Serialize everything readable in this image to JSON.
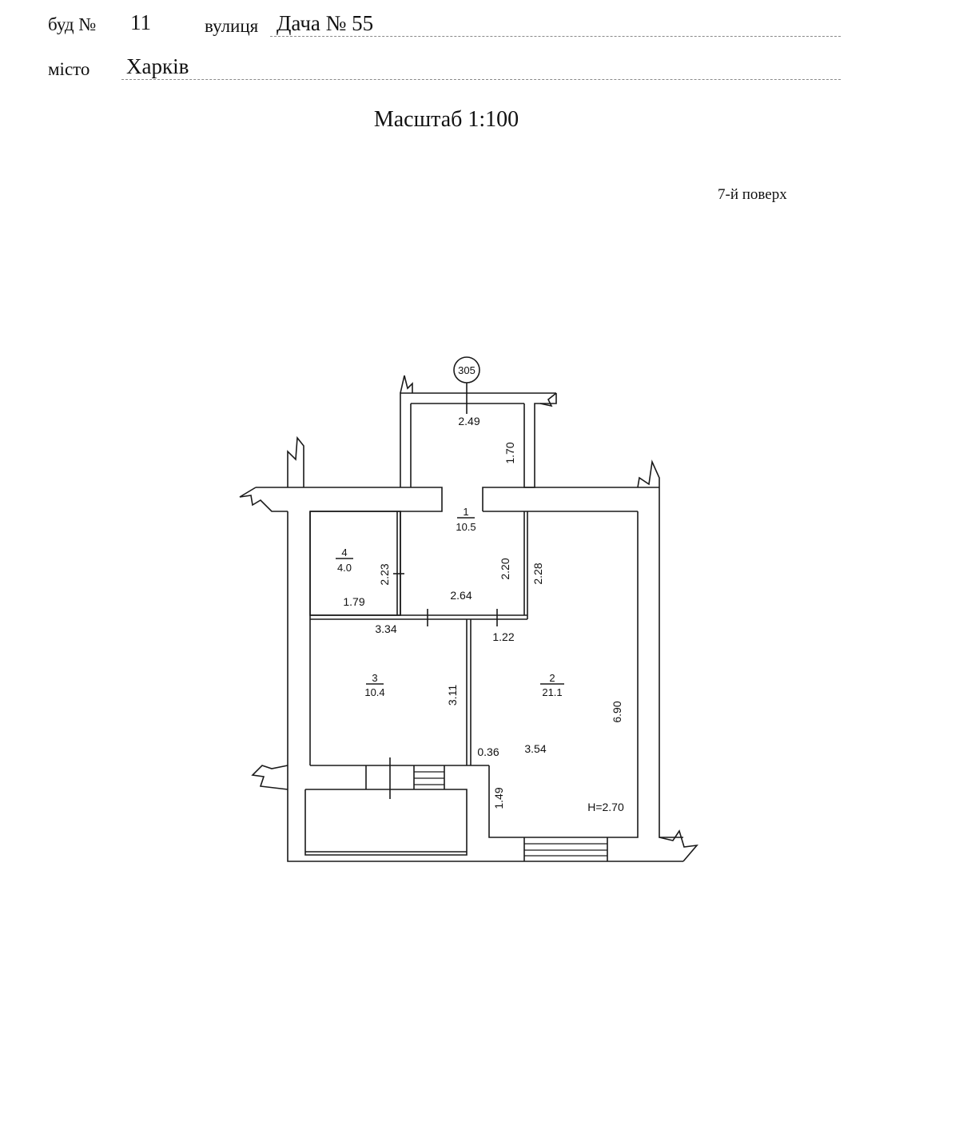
{
  "header": {
    "building_label": "буд №",
    "building_number": "11",
    "street_label": "вулиця",
    "street_value": "Дача № 55",
    "city_label": "місто",
    "city_value": "Харків"
  },
  "scale": "Масштаб 1:100",
  "floor_label": "7-й поверх",
  "plan": {
    "axis_label": "305",
    "rooms": [
      {
        "number": "1",
        "area": "10.5"
      },
      {
        "number": "2",
        "area": "21.1"
      },
      {
        "number": "3",
        "area": "10.4"
      },
      {
        "number": "4",
        "area": "4.0"
      }
    ],
    "dimensions": {
      "d_2_49": "2.49",
      "d_1_70": "1.70",
      "d_2_23": "2.23",
      "d_1_79": "1.79",
      "d_2_64": "2.64",
      "d_2_20": "2.20",
      "d_2_28": "2.28",
      "d_3_34": "3.34",
      "d_1_22": "1.22",
      "d_3_11": "3.11",
      "d_6_90": "6.90",
      "d_0_36": "0.36",
      "d_3_54": "3.54",
      "d_1_49": "1.49"
    },
    "ceiling_height": "H=2.70"
  }
}
